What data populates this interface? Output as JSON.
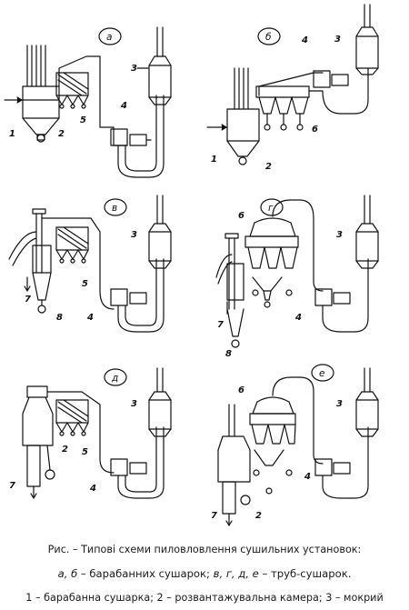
{
  "panels": [
    {
      "id": "a",
      "letter": "а"
    },
    {
      "id": "b",
      "letter": "б"
    },
    {
      "id": "v",
      "letter": "в"
    },
    {
      "id": "g",
      "letter": "г"
    },
    {
      "id": "d",
      "letter": "д"
    },
    {
      "id": "e",
      "letter": "е"
    }
  ],
  "part_numbers": [
    "1",
    "2",
    "3",
    "4",
    "5",
    "6",
    "7",
    "8"
  ],
  "caption": {
    "title": "Рис. – Типові схеми пиловловлення сушильних установок:",
    "types_line_a": "а, б",
    "types_line_b": " – барабанних сушарок; ",
    "types_line_c": "в, г, д, е",
    "types_line_d": " – труб-сушарок.",
    "legend_line": "1 – барабанна сушарка; 2 – розвантажувальна камера; 3 – мокрий"
  }
}
